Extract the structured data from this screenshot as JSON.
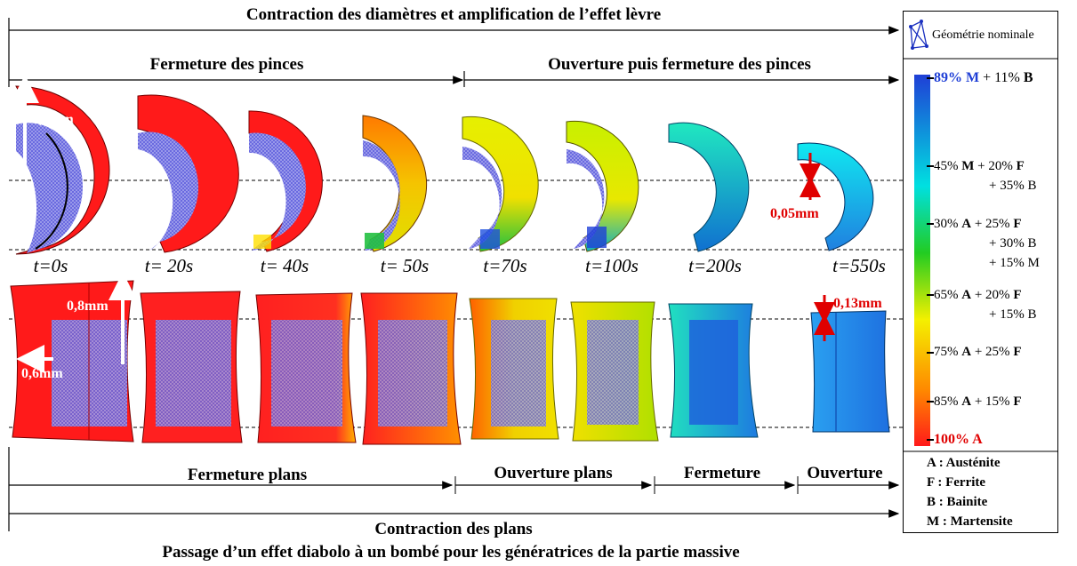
{
  "top_axis": {
    "title": "Contraction des diamètres et amplification de l’effet lèvre",
    "left_label": "Fermeture des pinces",
    "right_label": "Ouverture puis fermeture des pinces"
  },
  "dimensions": {
    "top_radial": "0,8mm",
    "top_final": "0,05mm",
    "bottom_radial": "0,8mm",
    "bottom_axial": "0,6mm",
    "bottom_final": "0,13mm"
  },
  "times": [
    "t=0s",
    "t= 20s",
    "t= 40s",
    "t= 50s",
    "t=70s",
    "t=100s",
    "t=200s",
    "t=550s"
  ],
  "bottom_axis": {
    "label1": "Fermeture plans",
    "label2": "Ouverture plans",
    "label3": "Fermeture",
    "label4": "Ouverture",
    "contraction": "Contraction des plans",
    "caption": "Passage d’un effet diabolo à un bombé pour les génératrices de la partie massive"
  },
  "legend": {
    "geometry_label": "Géométrie nominale",
    "levels": [
      {
        "text_a": "89% ",
        "b1": "M",
        "text_b": " + 11% ",
        "b2": "B",
        "line2": ""
      },
      {
        "text_a": "45% ",
        "b1": "M",
        "text_b": " + 20% ",
        "b2": "F",
        "line2": "+ 35% B"
      },
      {
        "text_a": "30% ",
        "b1": "A",
        "text_b": " + 25% ",
        "b2": "F",
        "line2": "+ 30% B"
      },
      {
        "text_a": "65% ",
        "b1": "A",
        "text_b": " + 20% ",
        "b2": "F",
        "line2": "+ 15% B"
      },
      {
        "text_a": "75% ",
        "b1": "A",
        "text_b": " + 25% ",
        "b2": "F",
        "line2": ""
      },
      {
        "text_a": "85% ",
        "b1": "A",
        "text_b": " + 15% ",
        "b2": "F",
        "line2": ""
      },
      {
        "text_a": "100% ",
        "b1": "A",
        "text_b": "",
        "b2": "",
        "line2": ""
      }
    ],
    "extra_line": "+ 15% M",
    "phases": [
      "A : Austénite",
      "F : Ferrite",
      "B : Bainite",
      "M : Martensite"
    ],
    "colors": {
      "martensite": "#1f3fd6",
      "mid": "#00e0e0",
      "green": "#22cc22",
      "yellow": "#f4f000",
      "orange": "#ff8800",
      "austenite": "#ff1a1a"
    }
  }
}
